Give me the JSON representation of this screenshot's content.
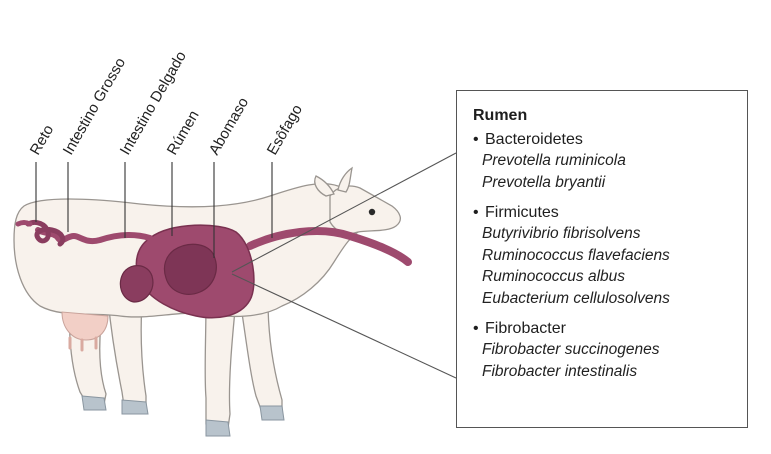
{
  "organ_labels": [
    "Reto",
    "Intestino Grosso",
    "Intestino Delgado",
    "Rúmen",
    "Abomaso",
    "Esôfago"
  ],
  "panel": {
    "title": "Rumen",
    "groups": [
      {
        "phylum": "Bacteroidetes",
        "species": [
          "Prevotella ruminicola",
          "Prevotella bryantii"
        ]
      },
      {
        "phylum": "Firmicutes",
        "species": [
          "Butyrivibrio fibrisolvens",
          "Ruminococcus flavefaciens",
          "Ruminococcus albus",
          "Eubacterium cellulosolvens"
        ]
      },
      {
        "phylum": "Fibrobacter",
        "species": [
          "Fibrobacter succinogenes",
          "Fibrobacter intestinalis"
        ]
      }
    ]
  },
  "colors": {
    "cow_body": "#f8f2ec",
    "cow_outline": "#9a9590",
    "organ_fill": "#9e4a6e",
    "organ_dark": "#7a3150",
    "udder": "#f2cfc6",
    "hoof": "#b8c3cc"
  }
}
